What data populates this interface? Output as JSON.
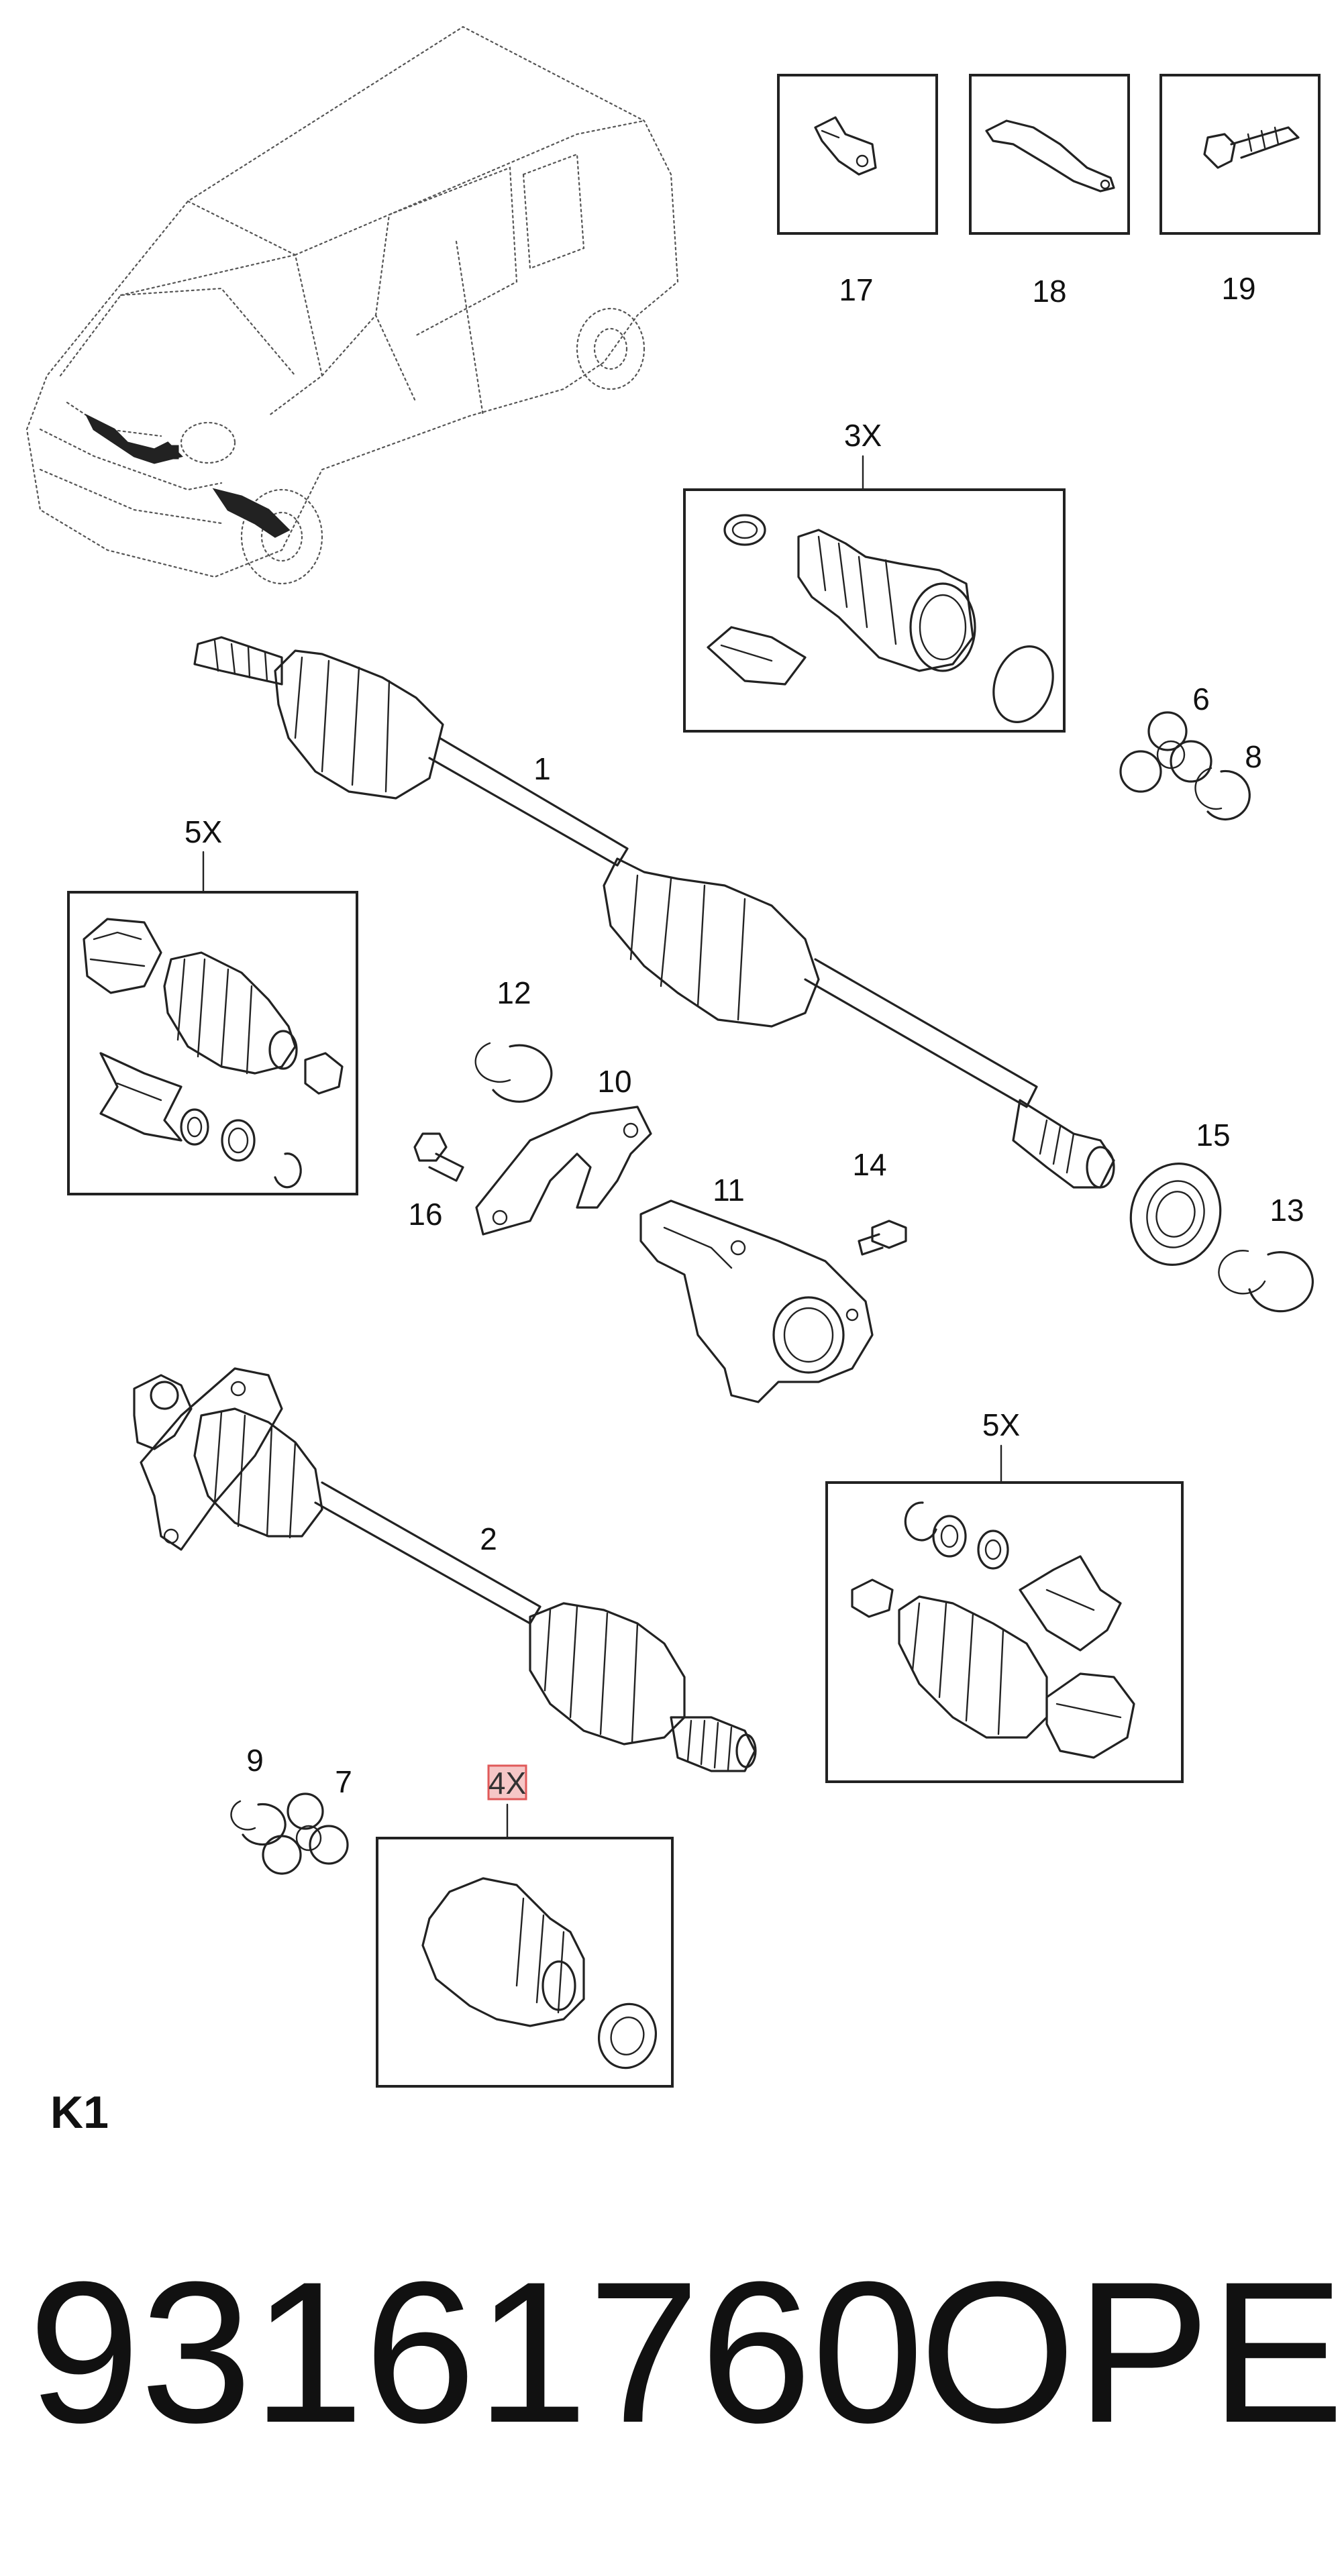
{
  "labels": {
    "l17": "17",
    "l18": "18",
    "l19": "19",
    "l3x": "3X",
    "l6": "6",
    "l8": "8",
    "l1": "1",
    "l5x_left": "5X",
    "l12": "12",
    "l10": "10",
    "l16": "16",
    "l11": "11",
    "l14": "14",
    "l15": "15",
    "l13": "13",
    "l5x_right": "5X",
    "l2": "2",
    "l9": "9",
    "l7": "7",
    "l4x": "4X"
  },
  "diagram_code": "K1",
  "part_number": "93161760",
  "brand": "OPEL",
  "highlight_color": "#e05a5a"
}
